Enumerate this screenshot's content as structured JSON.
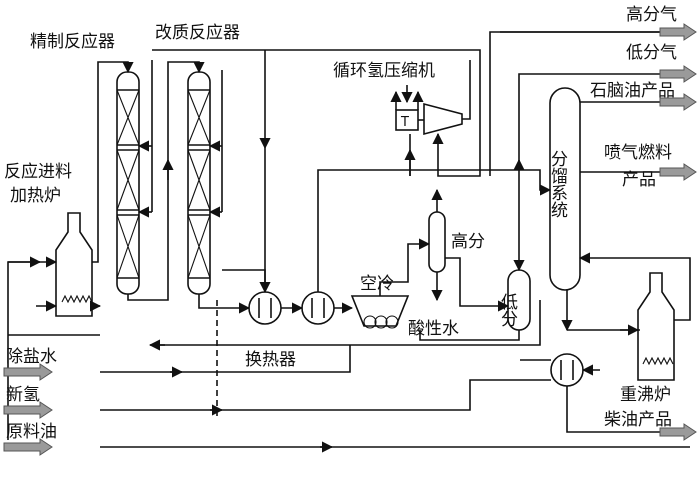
{
  "labels": {
    "refining_reactor": "精制反应器",
    "reforming_reactor": "改质反应器",
    "feed_furnace_line1": "反应进料",
    "feed_furnace_line2": "加热炉",
    "recycle_compressor": "循环氢压缩机",
    "compressor_t": "T",
    "air_cooler": "空冷",
    "hp_separator": "高分",
    "lp_separator": "低分",
    "acid_water": "酸性水",
    "heat_exchanger": "换热器",
    "fractionation_system": "分馏系统",
    "reboiler_furnace": "重沸炉",
    "desalted_water": "除盐水",
    "fresh_hydrogen": "新氢",
    "raw_oil": "原料油",
    "hp_gas": "高分气",
    "lp_gas": "低分气",
    "naphtha_product": "石脑油产品",
    "jet_fuel_line1": "喷气燃料",
    "jet_fuel_line2": "产品",
    "diesel_product": "柴油产品"
  },
  "colors": {
    "line": "#111111",
    "arrow_fill": "#9a9a9a"
  }
}
